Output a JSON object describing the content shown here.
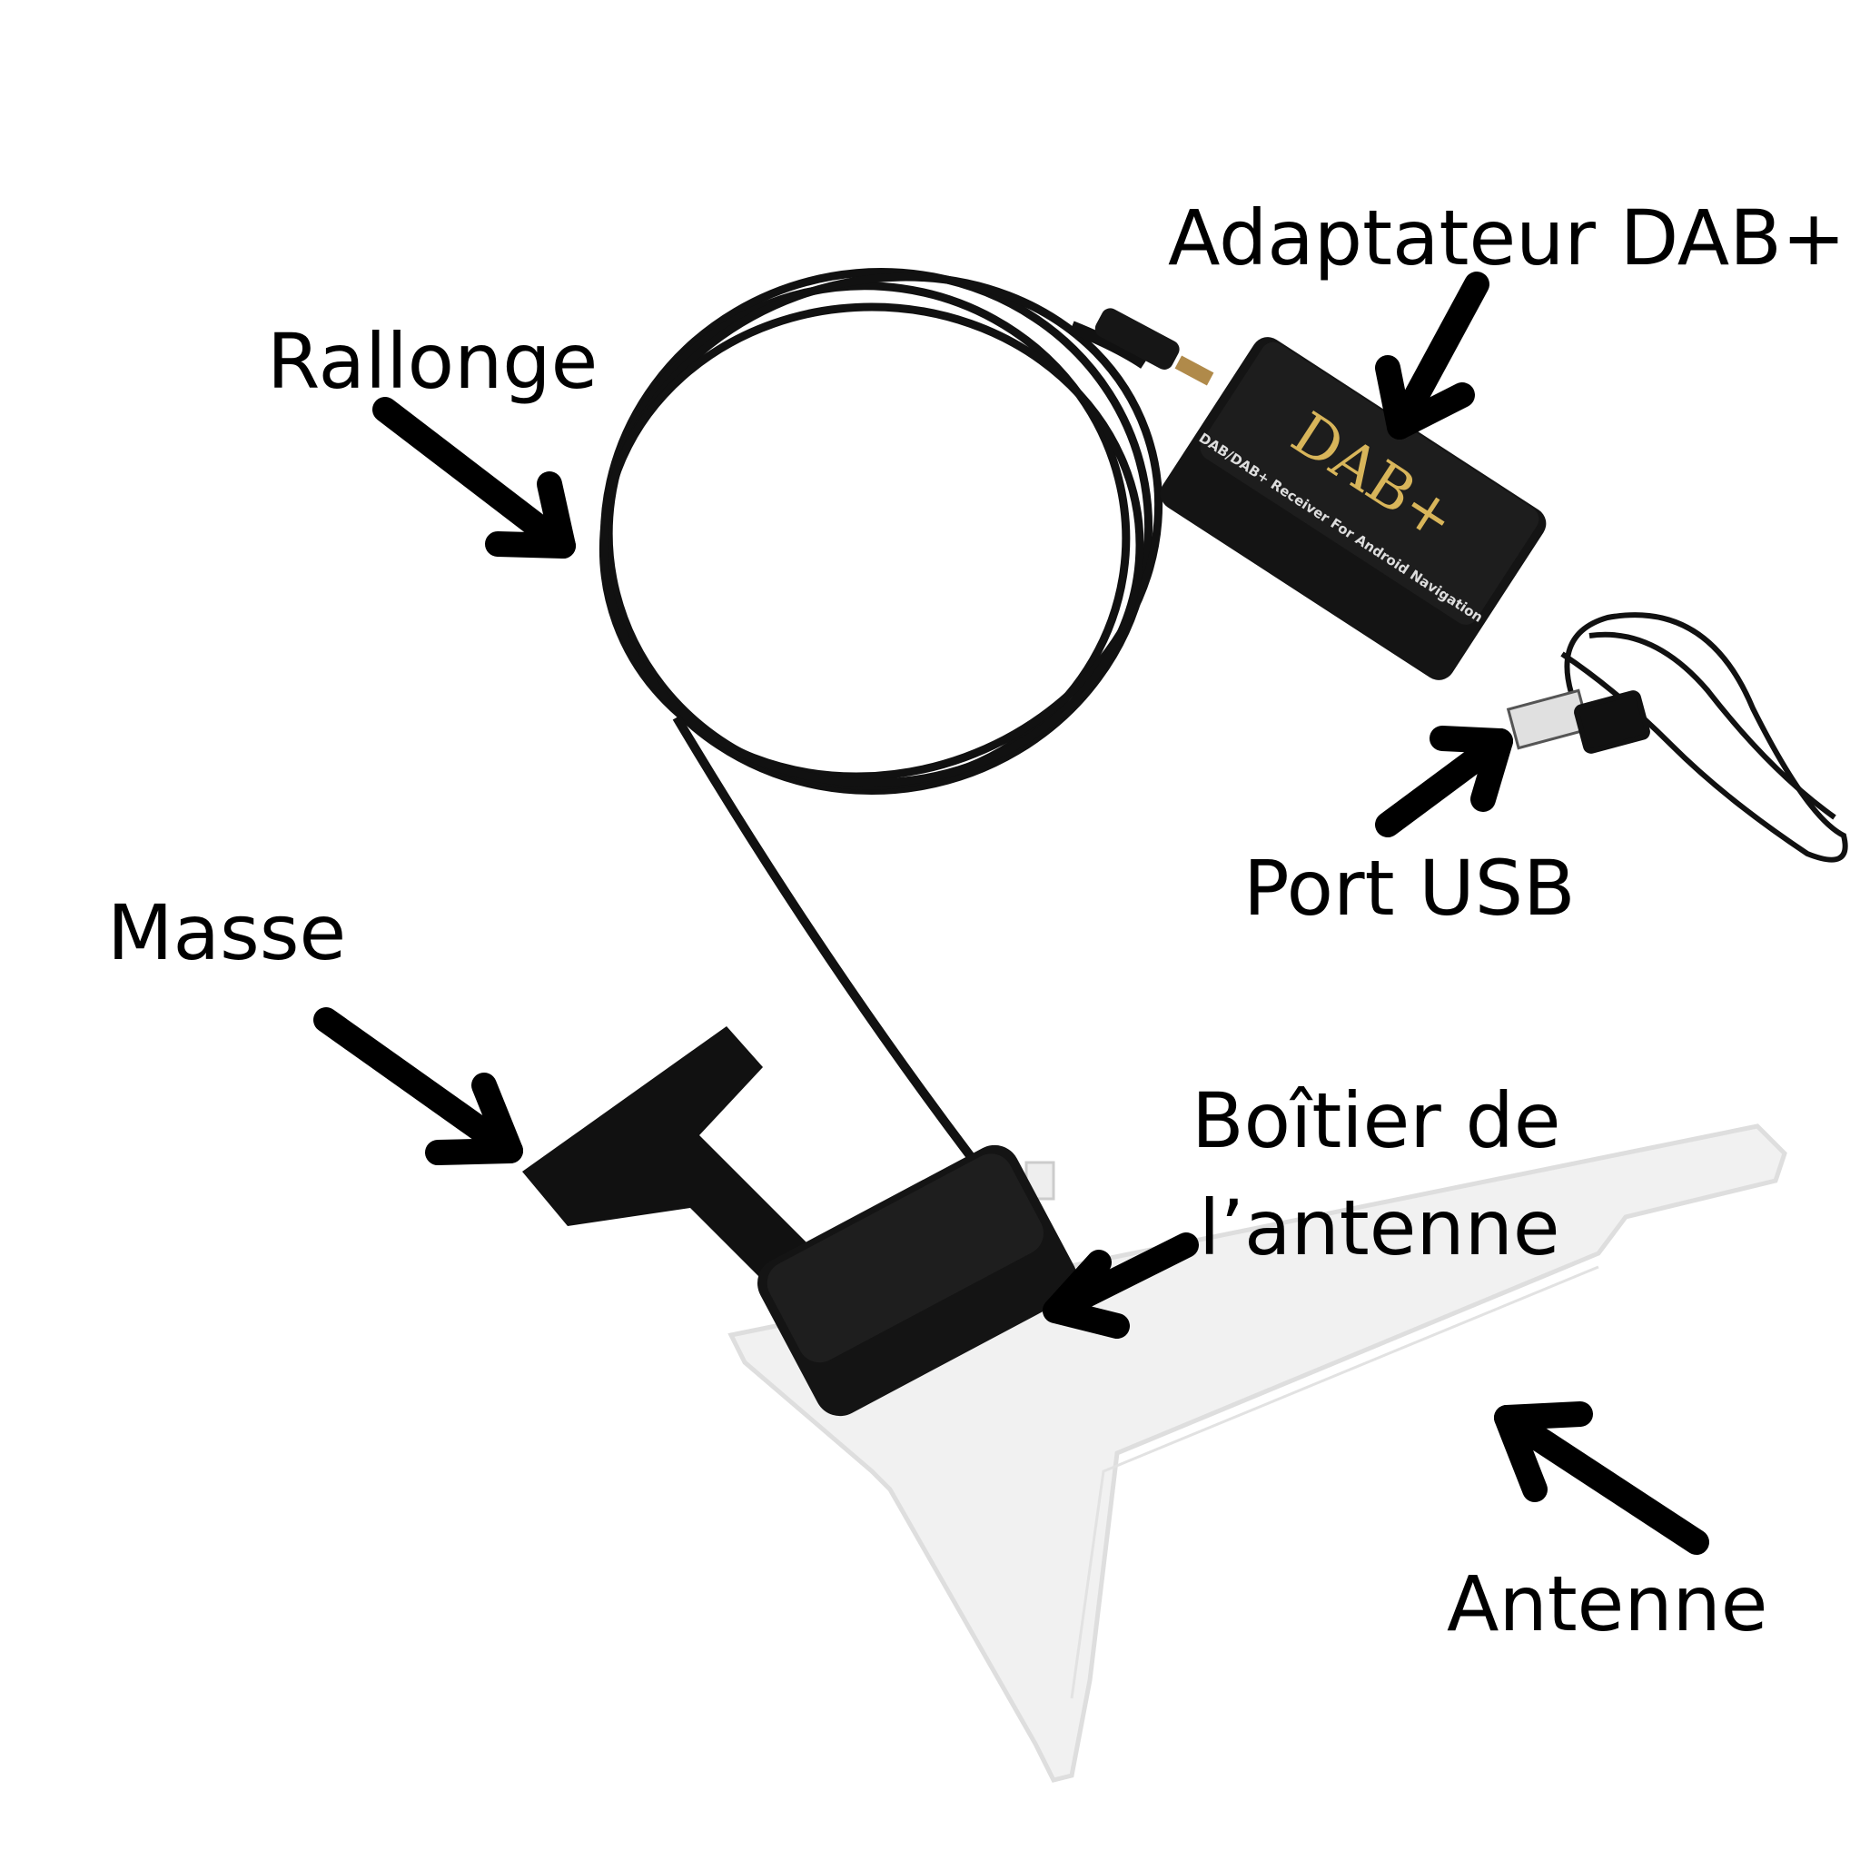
{
  "labels": {
    "adapter": "Adaptateur DAB+",
    "extension": "Rallonge",
    "ground": "Masse",
    "usb": "Port USB",
    "box_line1": "Boîtier de",
    "box_line2": "l’antenne",
    "antenna": "Antenne"
  },
  "device": {
    "logo": "DAB+",
    "caption": "DAB/DAB+ Receiver For Android Navigation"
  },
  "colors": {
    "ink": "#000000",
    "logo_gold": "#d8b55a",
    "device": "#151515",
    "antenna_film": "#eeeeee"
  }
}
